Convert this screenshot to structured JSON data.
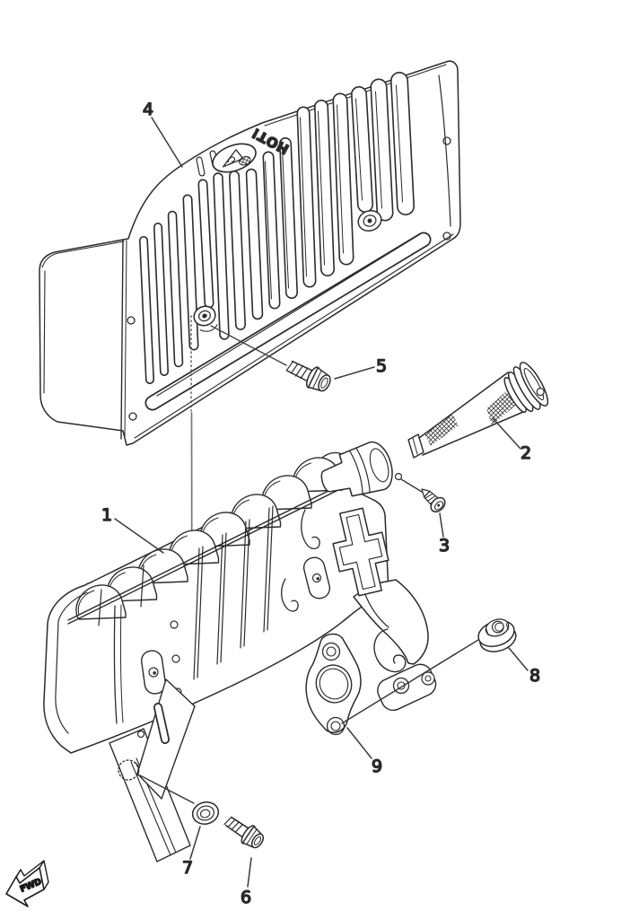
{
  "figure": {
    "callouts": [
      "1",
      "2",
      "3",
      "4",
      "5",
      "6",
      "7",
      "8",
      "9"
    ],
    "hot_label": "HOT!",
    "fwd_label": "FWD",
    "colors": {
      "line": "#2b2b2b",
      "background": "#ffffff",
      "guide": "#777777"
    }
  }
}
